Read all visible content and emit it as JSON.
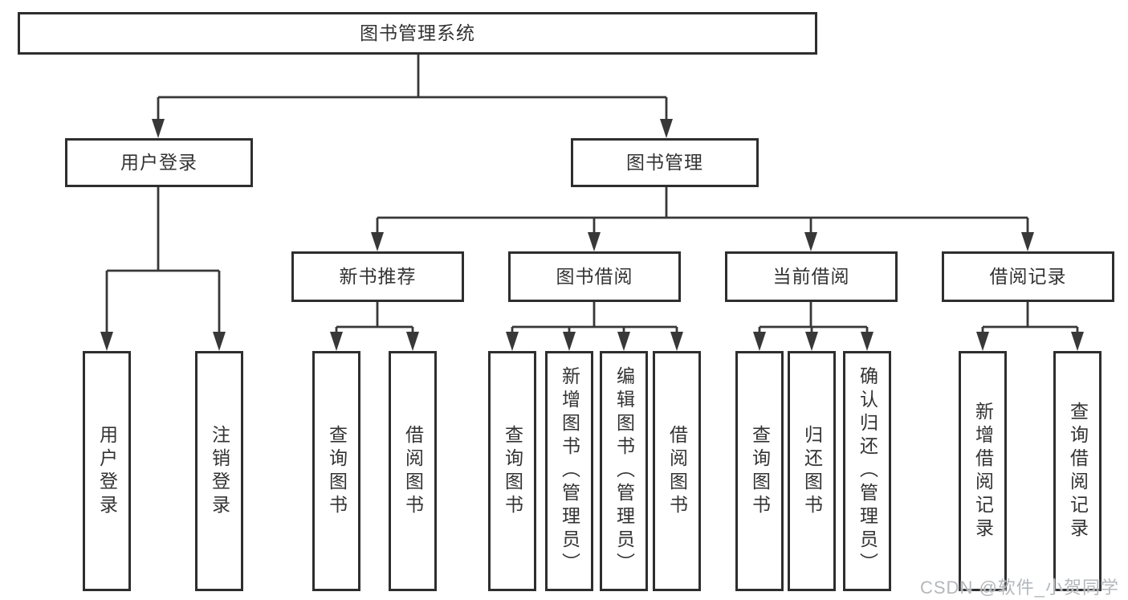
{
  "tree": {
    "root": {
      "label": "图书管理系统",
      "children": [
        {
          "label": "用户登录",
          "children": [
            {
              "label": "用户登录"
            },
            {
              "label": "注销登录"
            }
          ]
        },
        {
          "label": "图书管理",
          "children": [
            {
              "label": "新书推荐",
              "children": [
                {
                  "label": "查询图书"
                },
                {
                  "label": "借阅图书"
                }
              ]
            },
            {
              "label": "图书借阅",
              "children": [
                {
                  "label": "查询图书"
                },
                {
                  "label": "新增图书（管理员）"
                },
                {
                  "label": "编辑图书（管理员）"
                },
                {
                  "label": "借阅图书"
                }
              ]
            },
            {
              "label": "当前借阅",
              "children": [
                {
                  "label": "查询图书"
                },
                {
                  "label": "归还图书"
                },
                {
                  "label": "确认归还（管理员）"
                }
              ]
            },
            {
              "label": "借阅记录",
              "children": [
                {
                  "label": "新增借阅记录"
                },
                {
                  "label": "查询借阅记录"
                }
              ]
            }
          ]
        }
      ]
    }
  },
  "watermark": {
    "text": "CSDN @软件_小贺同学"
  },
  "colors": {
    "line": "#383838",
    "box_border": "#2e2e2e",
    "box_fill": "#ffffff",
    "text": "#333333",
    "watermark": "#b4b8bc",
    "background": "#ffffff"
  }
}
